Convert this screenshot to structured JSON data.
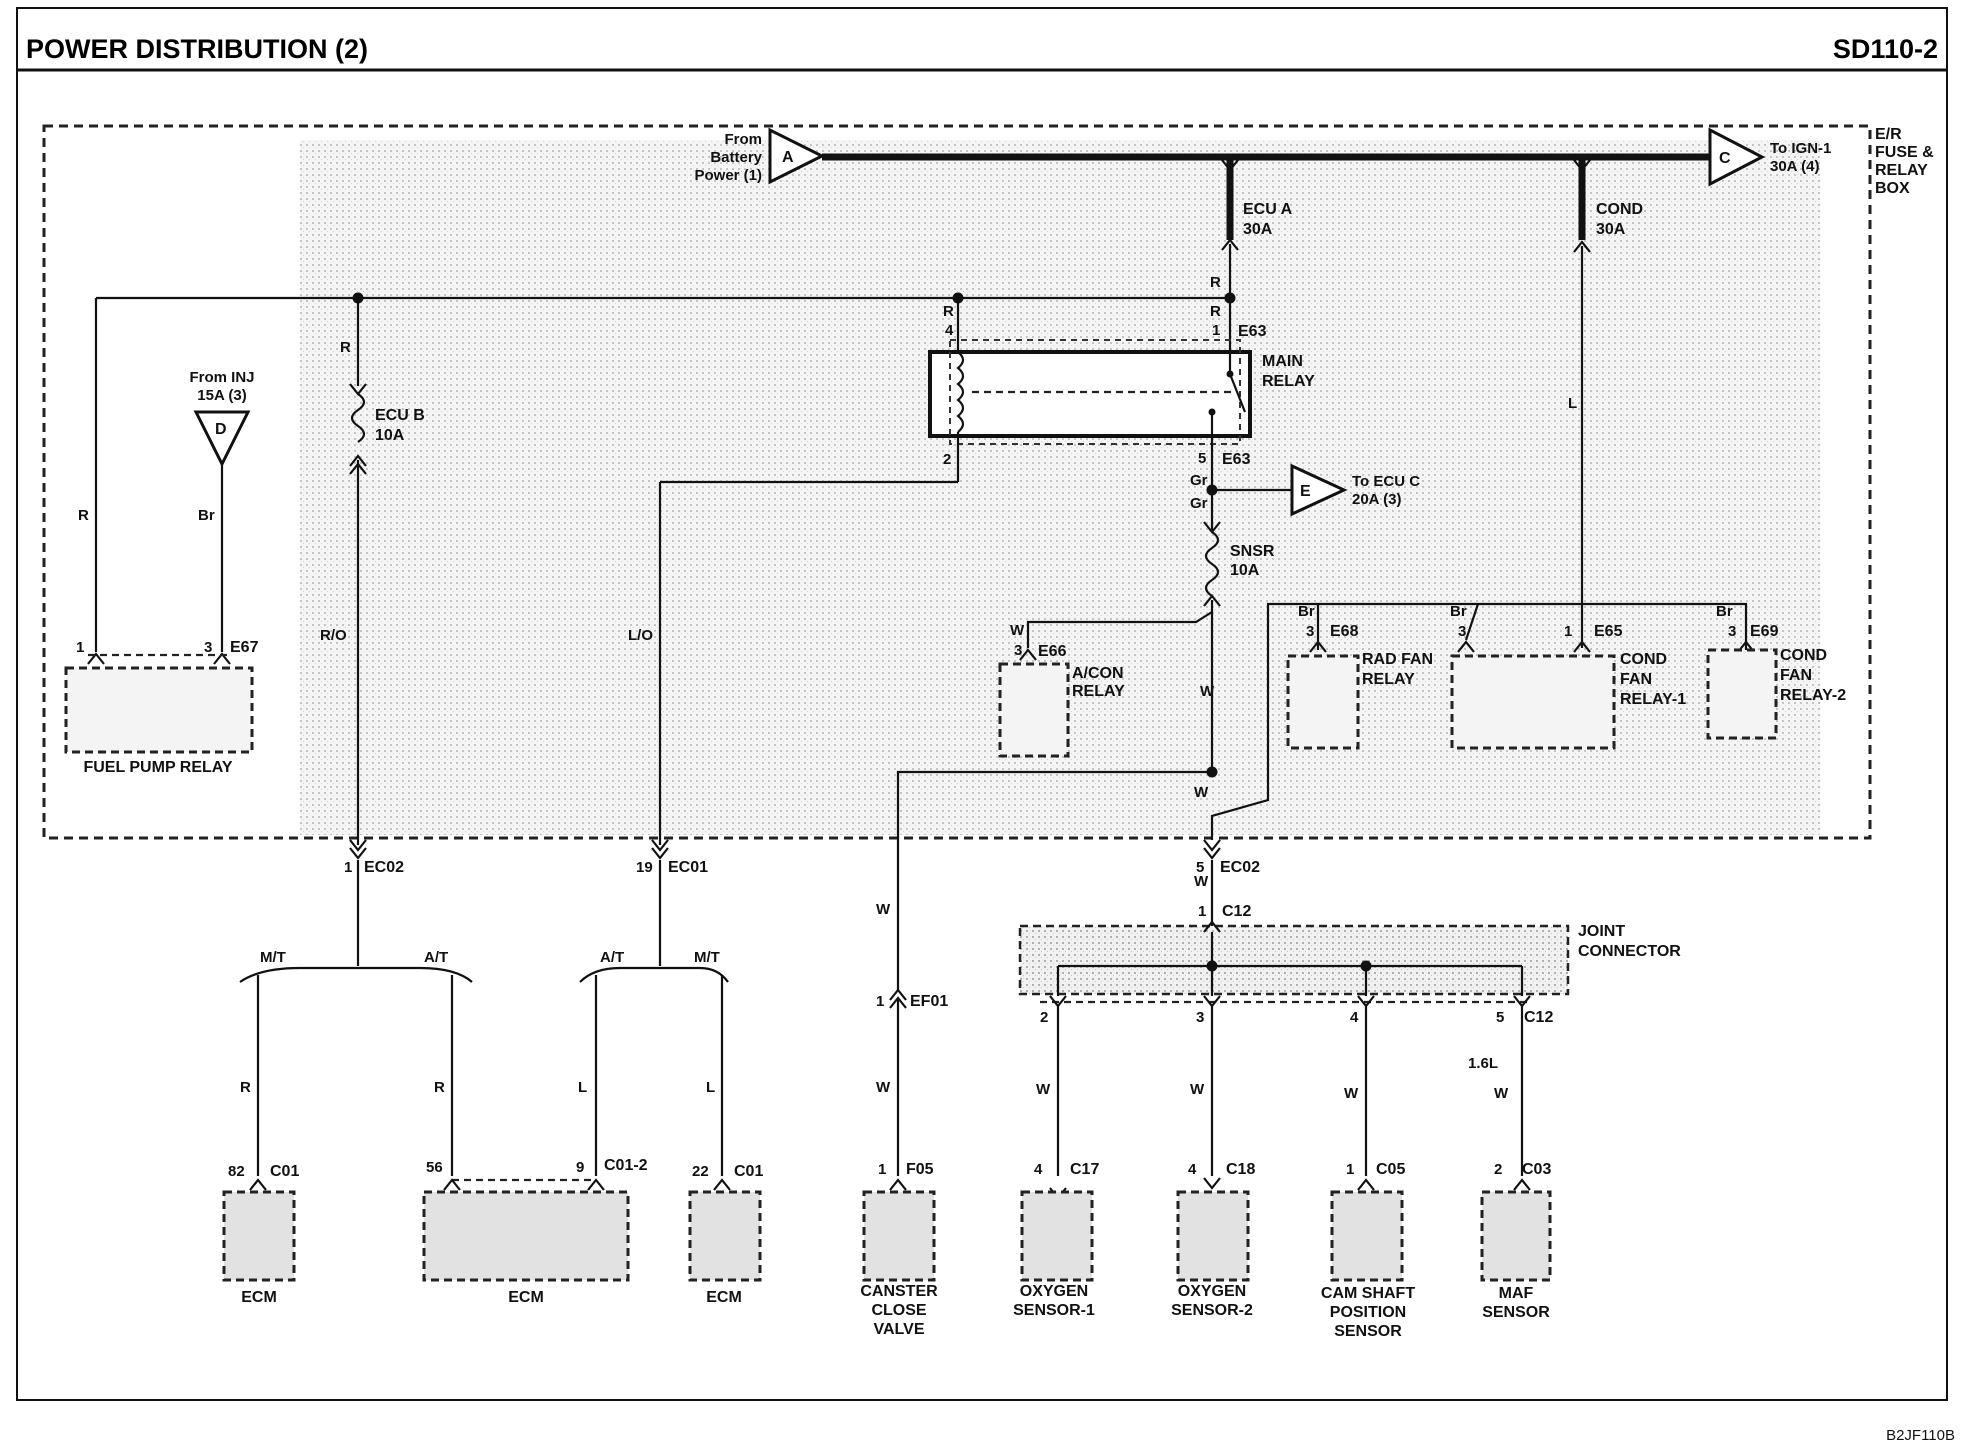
{
  "header": {
    "title": "POWER DISTRIBUTION (2)",
    "page_code": "SD110-2"
  },
  "footer": {
    "figure_code": "B2JF110B"
  },
  "box": {
    "label_lines": [
      "E/R",
      "FUSE &",
      "RELAY",
      "BOX"
    ]
  },
  "sources": {
    "battery": {
      "letter": "A",
      "lines": [
        "From",
        "Battery",
        "Power (1)"
      ]
    },
    "ign": {
      "letter": "C",
      "lines": [
        "To IGN-1",
        "30A (4)"
      ]
    },
    "inj": {
      "letter": "D",
      "lines": [
        "From INJ",
        "15A (3)"
      ]
    },
    "ecuc": {
      "letter": "E",
      "lines": [
        "To ECU C",
        "20A (3)"
      ]
    }
  },
  "fuses": {
    "ecu_a": {
      "name": "ECU A",
      "rating": "30A"
    },
    "cond": {
      "name": "COND",
      "rating": "30A"
    },
    "ecu_b": {
      "name": "ECU B",
      "rating": "10A"
    },
    "snsr": {
      "name": "SNSR",
      "rating": "10A"
    }
  },
  "relays": {
    "main": {
      "lines": [
        "MAIN",
        "RELAY"
      ],
      "connector": "E63",
      "pins": [
        "4",
        "1",
        "2",
        "5"
      ]
    },
    "fuel_pump": {
      "label": "FUEL PUMP RELAY",
      "connector": "E67",
      "pins": [
        "1",
        "3"
      ]
    },
    "acon": {
      "lines": [
        "A/CON",
        "RELAY"
      ],
      "connector": "E66",
      "pin": "3"
    },
    "rad_fan": {
      "lines": [
        "RAD FAN",
        "RELAY"
      ],
      "connector": "E68",
      "pin": "3"
    },
    "cond_fan1": {
      "lines": [
        "COND",
        "FAN",
        "RELAY-1"
      ],
      "connector": "E65",
      "pins": [
        "3",
        "1"
      ]
    },
    "cond_fan2": {
      "lines": [
        "COND",
        "FAN",
        "RELAY-2"
      ],
      "connector": "E69",
      "pin": "3"
    }
  },
  "wire_colors": {
    "red": "R",
    "brown": "Br",
    "light_green": "L",
    "red_orange": "R/O",
    "blue_orange": "L/O",
    "gray": "Gr",
    "white": "W"
  },
  "options": {
    "mt": "M/T",
    "at": "A/T",
    "engine": "1.6L"
  },
  "connectors": {
    "ec02_1": {
      "pin": "1",
      "name": "EC02"
    },
    "ec01_19": {
      "pin": "19",
      "name": "EC01"
    },
    "ec02_5": {
      "pin": "5",
      "name": "EC02"
    },
    "c12_1": {
      "pin": "1",
      "name": "C12"
    },
    "c12_5": {
      "pin": "5",
      "name": "C12"
    },
    "joint_pins": [
      "2",
      "3",
      "4"
    ],
    "ef01": {
      "pin": "1",
      "name": "EF01"
    }
  },
  "joint": {
    "lines": [
      "JOINT",
      "CONNECTOR"
    ]
  },
  "loads": [
    {
      "pin": "82",
      "conn": "C01",
      "lines": [
        "ECM"
      ]
    },
    {
      "pin": "56",
      "conn": "",
      "lines": [
        "ECM"
      ]
    },
    {
      "pin": "9",
      "conn": "C01-2",
      "lines": []
    },
    {
      "pin": "22",
      "conn": "C01",
      "lines": [
        "ECM"
      ]
    },
    {
      "pin": "1",
      "conn": "F05",
      "lines": [
        "CANSTER",
        "CLOSE",
        "VALVE"
      ]
    },
    {
      "pin": "4",
      "conn": "C17",
      "lines": [
        "OXYGEN",
        "SENSOR-1"
      ]
    },
    {
      "pin": "4",
      "conn": "C18",
      "lines": [
        "OXYGEN",
        "SENSOR-2"
      ]
    },
    {
      "pin": "1",
      "conn": "C05",
      "lines": [
        "CAM SHAFT",
        "POSITION",
        "SENSOR"
      ]
    },
    {
      "pin": "2",
      "conn": "C03",
      "lines": [
        "MAF",
        "SENSOR"
      ]
    }
  ]
}
